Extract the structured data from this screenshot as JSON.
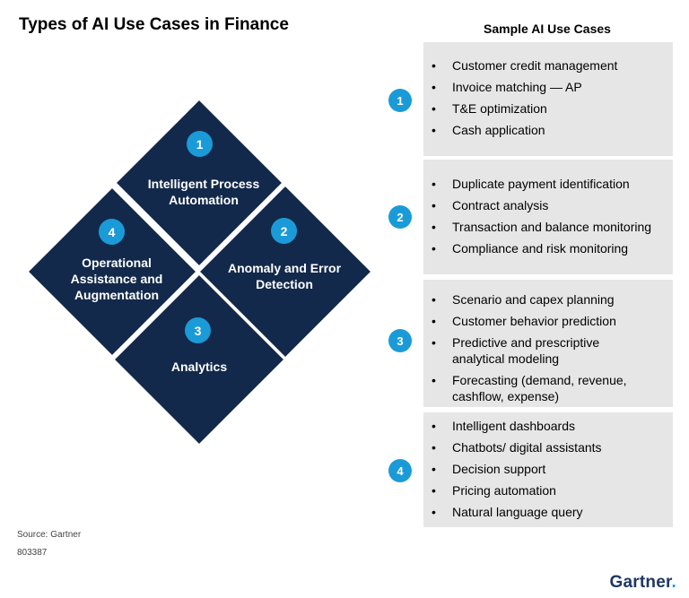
{
  "title": "Types of AI Use Cases in Finance",
  "column_header": "Sample AI Use Cases",
  "colors": {
    "navy": "#13294b",
    "accent": "#1a9bd7",
    "panel": "#e6e6e6"
  },
  "quadrants": [
    {
      "number": "1",
      "lines": [
        "Intelligent Process",
        "Automation"
      ]
    },
    {
      "number": "2",
      "lines": [
        "Anomaly and Error",
        "Detection"
      ]
    },
    {
      "number": "3",
      "lines": [
        "Analytics"
      ]
    },
    {
      "number": "4",
      "lines": [
        "Operational",
        "Assistance and",
        "Augmentation"
      ]
    }
  ],
  "use_cases": [
    {
      "number": "1",
      "items": [
        "Customer credit management",
        "Invoice matching — AP",
        "T&E optimization",
        "Cash application"
      ]
    },
    {
      "number": "2",
      "items": [
        "Duplicate payment identification",
        "Contract analysis",
        "Transaction and balance monitoring",
        "Compliance and risk monitoring"
      ]
    },
    {
      "number": "3",
      "items": [
        "Scenario and capex planning",
        "Customer behavior prediction",
        "Predictive and prescriptive analytical modeling",
        "Forecasting (demand, revenue, cashflow, expense)"
      ]
    },
    {
      "number": "4",
      "items": [
        "Intelligent dashboards",
        "Chatbots/ digital assistants",
        "Decision support",
        "Pricing automation",
        "Natural language query"
      ]
    }
  ],
  "source": "Source:  Gartner",
  "doc_id": "803387",
  "logo": {
    "text": "Gartner",
    "dot": "."
  }
}
